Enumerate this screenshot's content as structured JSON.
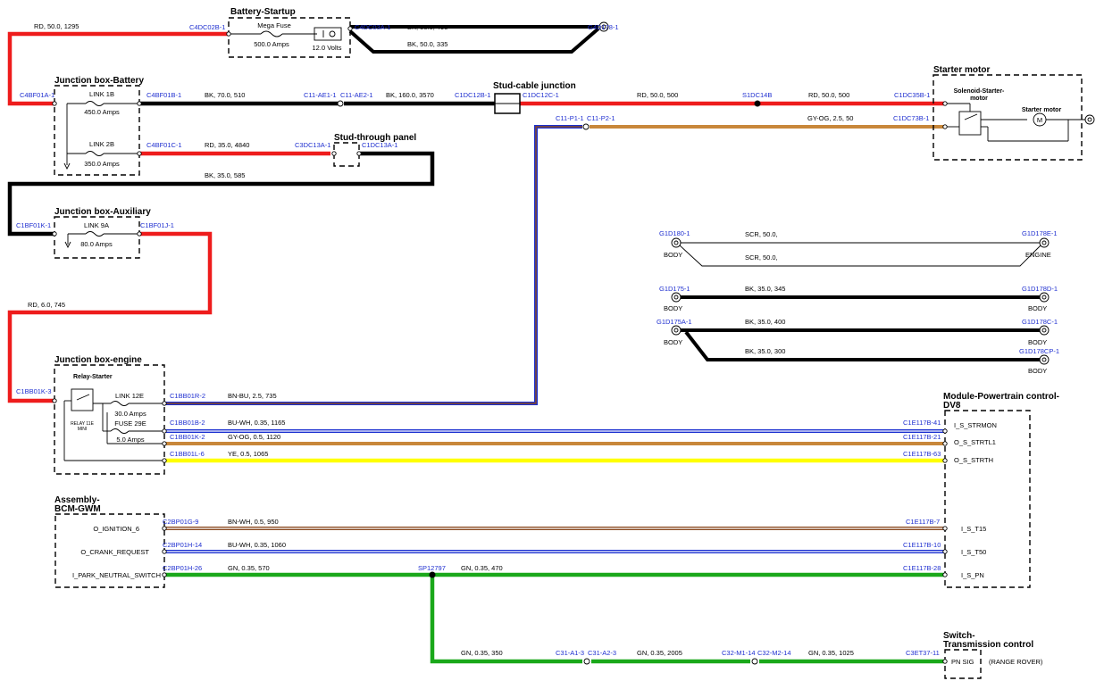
{
  "colors": {
    "red": "#ee1c1c",
    "black": "#000000",
    "tan": "#c8873a",
    "yellow": "#ffff00",
    "green": "#1aa81a",
    "blue": "#1a2fd0",
    "brown": "#8a4a20",
    "connector_text": "#1f2fd0"
  },
  "components": {
    "battery_startup": {
      "title": "Battery-Startup",
      "fuse": "Mega Fuse",
      "fuse_rating": "500.0 Amps",
      "battery": "12.0 Volts"
    },
    "jb_battery": {
      "title": "Junction box-Battery",
      "link1": "LINK 1B",
      "link1_rating": "450.0 Amps",
      "link2": "LINK 2B",
      "link2_rating": "350.0 Amps"
    },
    "stud_cable": {
      "title": "Stud-cable junction"
    },
    "stud_through": {
      "title": "Stud-through panel"
    },
    "jb_aux": {
      "title": "Junction box-Auxiliary",
      "link": "LINK 9A",
      "link_rating": "80.0 Amps"
    },
    "jb_engine": {
      "title": "Junction box-engine",
      "relay": "Relay-Starter",
      "relay_note1": "RELAY 11E",
      "relay_note2": "MINI",
      "link": "LINK 12E",
      "link_rating": "30.0 Amps",
      "fuse": "FUSE 29E",
      "fuse_rating": "5.0 Amps"
    },
    "starter_motor": {
      "title": "Starter motor",
      "solenoid1": "Solenoid-Starter-",
      "solenoid2": "motor",
      "motor": "Starter motor",
      "motor_symbol": "M"
    },
    "pcm": {
      "title1": "Module-Powertrain control-",
      "title2": "DV8",
      "pins": [
        "I_S_STRMON",
        "O_S_STRTL1",
        "O_S_STRTH",
        "I_S_T15",
        "I_S_T50",
        "I_S_PN"
      ]
    },
    "bcm": {
      "title1": "Assembly-",
      "title2": "BCM-GWM",
      "pins": [
        "O_IGNITION_6",
        "O_CRANK_REQUEST",
        "I_PARK_NEUTRAL_SWITCH"
      ]
    },
    "switch_trans": {
      "title1": "Switch-",
      "title2": "Transmission control",
      "pin": "PN SIG",
      "note": "(RANGE ROVER)"
    }
  },
  "connectors": {
    "c4dc02b": "C4DC02B-1",
    "c4dc03a": "C4DC03A-1",
    "g4d178": "G4D178-1",
    "c4bf01a": "C4BF01A-1",
    "c4bf01b": "C4BF01B-1",
    "c11_ae1": "C11-AE1-1",
    "c11_ae2": "C11-AE2-1",
    "c1dc12b": "C1DC12B-1",
    "c1dc12c": "C1DC12C-1",
    "s1dc14b": "S1DC14B",
    "c1dc35b": "C1DC35B-1",
    "c11_p1": "C11-P1-1",
    "c11_p2": "C11-P2-1",
    "c1dc73b": "C1DC73B-1",
    "c4bf01c": "C4BF01C-1",
    "c3dc13a": "C3DC13A-1",
    "c1dc13a": "C1DC13A-1",
    "c1bf01k": "C1BF01K-1",
    "c1bf01j": "C1BF01J-1",
    "c1bb01k3": "C1BB01K-3",
    "c1bb01r2": "C1BB01R-2",
    "c1bb01b2": "C1BB01B-2",
    "c1bb01k2": "C1BB01K-2",
    "c1bb01l6": "C1BB01L-6",
    "c1e117b41": "C1E117B-41",
    "c1e117b21": "C1E117B-21",
    "c1e117b63": "C1E117B-63",
    "c2bp01g9": "C2BP01G-9",
    "c2bp01h14": "C2BP01H-14",
    "c2bp01h26": "C2BP01H-26",
    "sp12797": "SP12797",
    "c1e117b7": "C1E117B-7",
    "c1e117b10": "C1E117B-10",
    "c1e117b28": "C1E117B-28",
    "c31_a13": "C31-A1-3",
    "c31_a23": "C31-A2-3",
    "c32_m114": "C32-M1-14",
    "c32_m214": "C32-M2-14",
    "c3et37": "C3ET37-11"
  },
  "wires": {
    "w_rd_1295": "RD, 50.0, 1295",
    "w_bk_495": "BK, 50.0, 495",
    "w_bk_335": "BK, 50.0, 335",
    "w_bk_510": "BK, 70.0, 510",
    "w_bk_3570": "BK, 160.0, 3570",
    "w_rd_500a": "RD, 50.0, 500",
    "w_rd_500b": "RD, 50.0, 500",
    "w_gyog_50": "GY-OG, 2.5, 50",
    "w_rd_4840": "RD, 35.0, 4840",
    "w_bk_585": "BK, 35.0, 585",
    "w_rd_745": "RD, 6.0, 745",
    "w_bnbu_735": "BN-BU, 2.5, 735",
    "w_buwh_1165": "BU-WH, 0.35, 1165",
    "w_gyog_1120": "GY-OG, 0.5, 1120",
    "w_ye_1065": "YE, 0.5, 1065",
    "w_bnwh_950": "BN-WH, 0.5, 950",
    "w_buwh_1060": "BU-WH, 0.35, 1060",
    "w_gn_570": "GN, 0.35, 570",
    "w_gn_470": "GN, 0.35, 470",
    "w_gn_350": "GN, 0.35, 350",
    "w_gn_2005": "GN, 0.35, 2005",
    "w_gn_1025": "GN, 0.35, 1025"
  },
  "grounds": {
    "g1d180": "G1D180-1",
    "g1d178e": "G1D178E-1",
    "scr1": "SCR, 50.0,",
    "scr2": "SCR, 50.0,",
    "body": "BODY",
    "engine": "ENGINE",
    "g1d175": "G1D175-1",
    "g1d178d": "G1D178D-1",
    "bk_345": "BK, 35.0, 345",
    "g1d175a": "G1D175A-1",
    "g1d178c": "G1D178C-1",
    "bk_400": "BK, 35.0, 400",
    "bk_300": "BK, 35.0, 300",
    "g1d178cp": "G1D178CP-1"
  }
}
